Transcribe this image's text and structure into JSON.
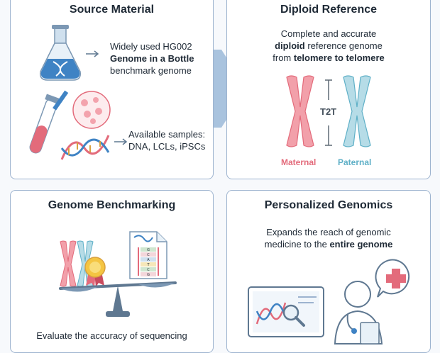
{
  "source": {
    "title": "Source Material",
    "line1": "Widely used HG002",
    "line2": "Genome in a Bottle",
    "line3": "benchmark genome",
    "samples1": "Available samples:",
    "samples2": "DNA, LCLs, iPSCs"
  },
  "diploid": {
    "title": "Diploid Reference",
    "line1": "Complete and accurate",
    "line2a": "diploid",
    "line2b": " reference genome",
    "line3a": "from ",
    "line3b": "telomere to telomere",
    "t2t": "T2T",
    "maternal": "Maternal",
    "paternal": "Paternal"
  },
  "benchmarking": {
    "title": "Genome Benchmarking",
    "caption": "Evaluate the accuracy of sequencing",
    "seq_letters": [
      "G",
      "C",
      "A",
      "T",
      "C",
      "G"
    ]
  },
  "personalized": {
    "title": "Personalized Genomics",
    "line1": "Expands the reach of genomic",
    "line2a": "medicine to the ",
    "line2b": "entire genome"
  },
  "colors": {
    "border": "#9db3cf",
    "maternal": "#e36b7b",
    "paternal": "#5fb0c7",
    "arrow": "#a9c3de"
  }
}
